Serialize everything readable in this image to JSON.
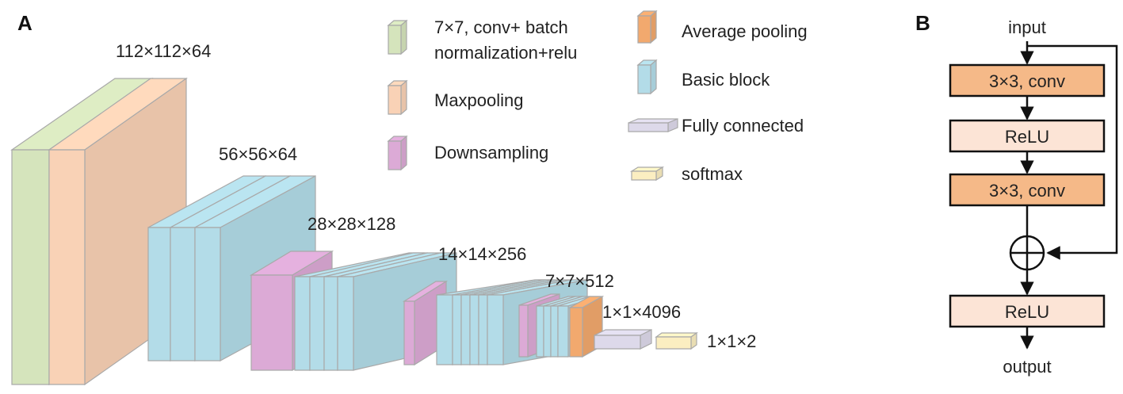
{
  "panels": {
    "a": "A",
    "b": "B"
  },
  "colors": {
    "conv": "#d5e4bc",
    "maxpool": "#f9d2b6",
    "downsample": "#dcaad6",
    "basic": "#b3dce8",
    "avgpool": "#f2a96e",
    "fc": "#ddd9ea",
    "softmax": "#fbeec1",
    "conv_box": "#f5b988",
    "relu_box": "#fce4d6"
  },
  "dims": {
    "d1": "112×112×64",
    "d2": "56×56×64",
    "d3": "28×28×128",
    "d4": "14×14×256",
    "d5": "7×7×512",
    "d6": "1×1×4096",
    "d7": "1×1×2"
  },
  "legend": {
    "conv_line1": "7×7, conv+ batch",
    "conv_line2": "normalization+relu",
    "maxpool": "Maxpooling",
    "downsample": "Downsampling",
    "avgpool": "Average pooling",
    "basic": "Basic block",
    "fc": "Fully connected",
    "softmax": "softmax"
  },
  "block": {
    "input": "input",
    "conv1": "3×3, conv",
    "relu1": "ReLU",
    "conv2": "3×3, conv",
    "relu2": "ReLU",
    "output": "output"
  }
}
